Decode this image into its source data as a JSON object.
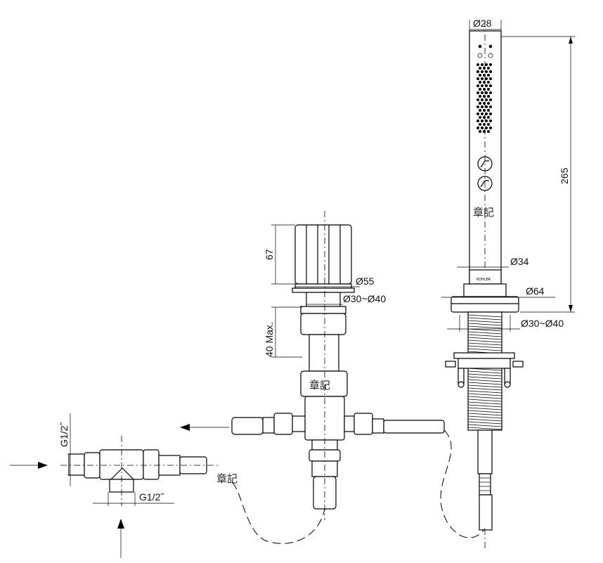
{
  "dimensions": {
    "handshower_diameter": "Ø28",
    "handshower_length": "265",
    "holder_diameter": "Ø34",
    "holder_flange_diameter": "Ø64",
    "holder_hole_range": "Ø30~Ø40",
    "valve_handle_height": "67",
    "valve_handle_diameter": "Ø55",
    "valve_hole_range": "Ø30~Ø40",
    "deck_thickness_max": "40 Max.",
    "inlet_thread_top": "G1/2˝",
    "inlet_thread_bottom": "G1/2˝"
  },
  "marks": {
    "handshower_mark": "章記",
    "valve_mark": "章記",
    "tee_mark": "章記"
  },
  "colors": {
    "line": "#000000",
    "background": "#ffffff"
  },
  "icons": {
    "flow_arrow": "arrow-icon",
    "mode_button": "spray-mode-icon"
  }
}
